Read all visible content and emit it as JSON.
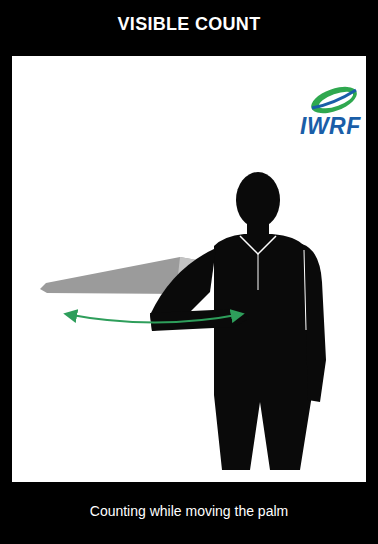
{
  "diagram": {
    "title": "VISIBLE COUNT",
    "caption": "Counting while moving the palm",
    "labels": [
      "IWRF"
    ]
  }
}
